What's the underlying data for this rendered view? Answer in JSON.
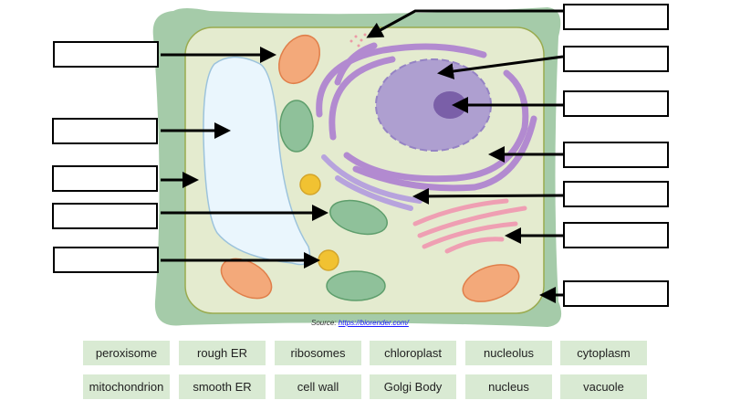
{
  "source": {
    "prefix": "Source: ",
    "link": "https://biorender.com/"
  },
  "word_bank": [
    [
      "peroxisome",
      "rough ER",
      "ribosomes",
      "chloroplast",
      "nucleolus",
      "cytoplasm"
    ],
    [
      "mitochondrion",
      "smooth ER",
      "cell wall",
      "Golgi Body",
      "nucleus",
      "vacuole"
    ]
  ],
  "colors": {
    "cell_wall": "#a5cba9",
    "cytoplasm": "#e4ebcf",
    "nucleus": "#ae9fd0",
    "rough_er": "#b28ad0",
    "golgi": "#ef9fb3",
    "mitochondrion": "#f3a97a",
    "chloroplast": "#8fc19a",
    "vacuole": "#eaf6fd",
    "peroxisome": "#f1c232"
  }
}
